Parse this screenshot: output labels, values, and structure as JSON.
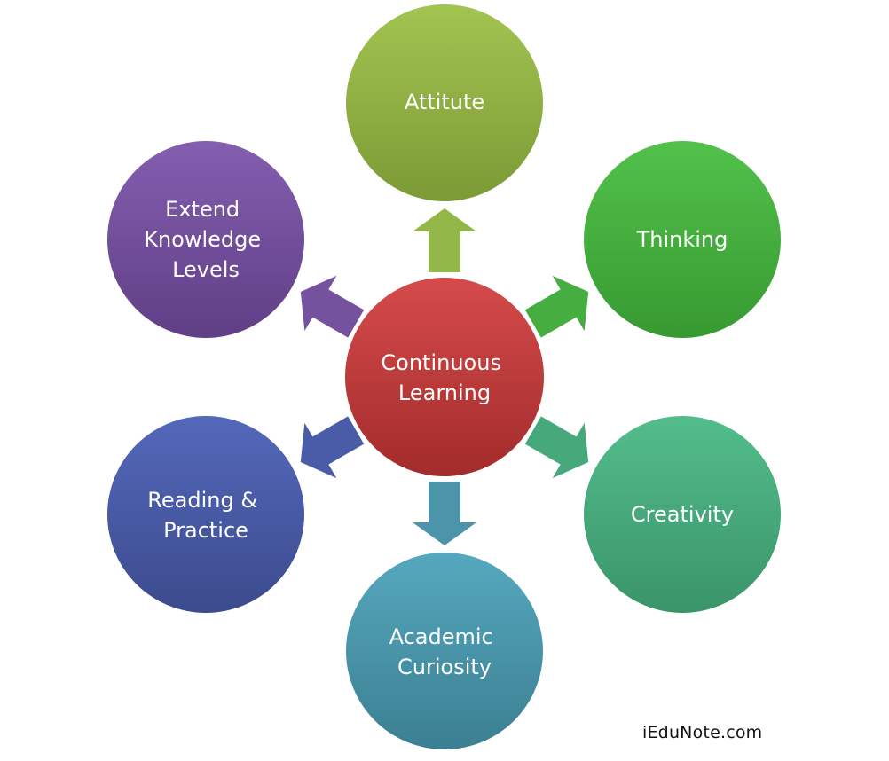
{
  "center": {
    "lines": [
      "Continuous",
      "Learning"
    ],
    "color_top": "#d54b4b",
    "color_bottom": "#a32b2b"
  },
  "nodes": [
    {
      "id": "attitude",
      "lines": [
        "Attitute"
      ],
      "color_top": "#a2c451",
      "color_bottom": "#7c9a35"
    },
    {
      "id": "thinking",
      "lines": [
        "Thinking"
      ],
      "color_top": "#52c14b",
      "color_bottom": "#379a31"
    },
    {
      "id": "creativity",
      "lines": [
        "Creativity"
      ],
      "color_top": "#53bd8c",
      "color_bottom": "#3a9469"
    },
    {
      "id": "academic-curiosity",
      "lines": [
        "Academic",
        "Curiosity"
      ],
      "color_top": "#56a8be",
      "color_bottom": "#3b7f92"
    },
    {
      "id": "reading-practice",
      "lines": [
        "Reading &",
        "Practice"
      ],
      "color_top": "#5468bb",
      "color_bottom": "#3b4b8c"
    },
    {
      "id": "extend-knowledge-levels",
      "lines": [
        "Extend",
        "Knowledge",
        "Levels"
      ],
      "color_top": "#845eb0",
      "color_bottom": "#603f85"
    }
  ],
  "arrow_colors": {
    "attitude": "#92b748",
    "thinking": "#46ad40",
    "creativity": "#46a87b",
    "academic-curiosity": "#4b94a9",
    "reading-practice": "#4a5ca8",
    "extend-knowledge-levels": "#74529e"
  },
  "watermark": "iEduNote.com"
}
